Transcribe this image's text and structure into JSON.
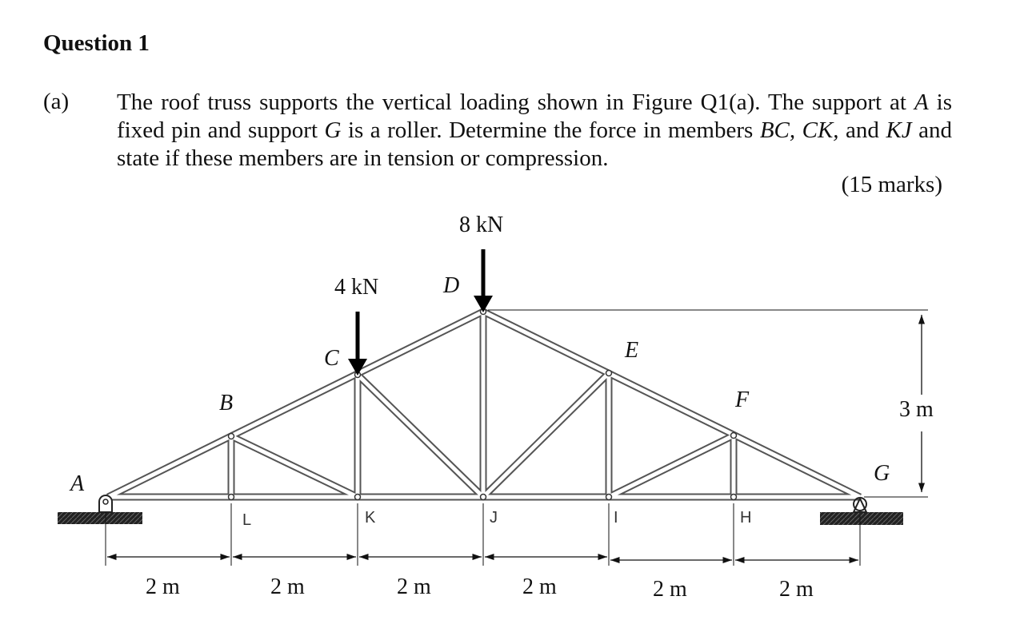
{
  "question": {
    "heading": "Question 1",
    "part_label": "(a)",
    "text_a": "The roof truss supports the vertical loading shown in Figure Q1(a). The support at ",
    "node_A": "A",
    "text_b": " is fixed pin and support ",
    "node_G": "G",
    "text_c": " is a roller. Determine the force in members ",
    "members": "BC, CK,",
    "text_d": " and ",
    "member_kj": "KJ",
    "text_e": " and state if these members are in tension or compression.",
    "marks": "(15 marks)"
  },
  "figure": {
    "loads": {
      "c": "4 kN",
      "d": "8 kN"
    },
    "joint_labels": {
      "A": "A",
      "B": "B",
      "C": "C",
      "D": "D",
      "E": "E",
      "F": "F",
      "G": "G",
      "L": "L",
      "K": "K",
      "J": "J",
      "I": "I",
      "H": "H"
    },
    "height_label": "3 m",
    "span_labels": [
      "2 m",
      "2 m",
      "2 m",
      "2 m",
      "2 m",
      "2 m"
    ]
  }
}
